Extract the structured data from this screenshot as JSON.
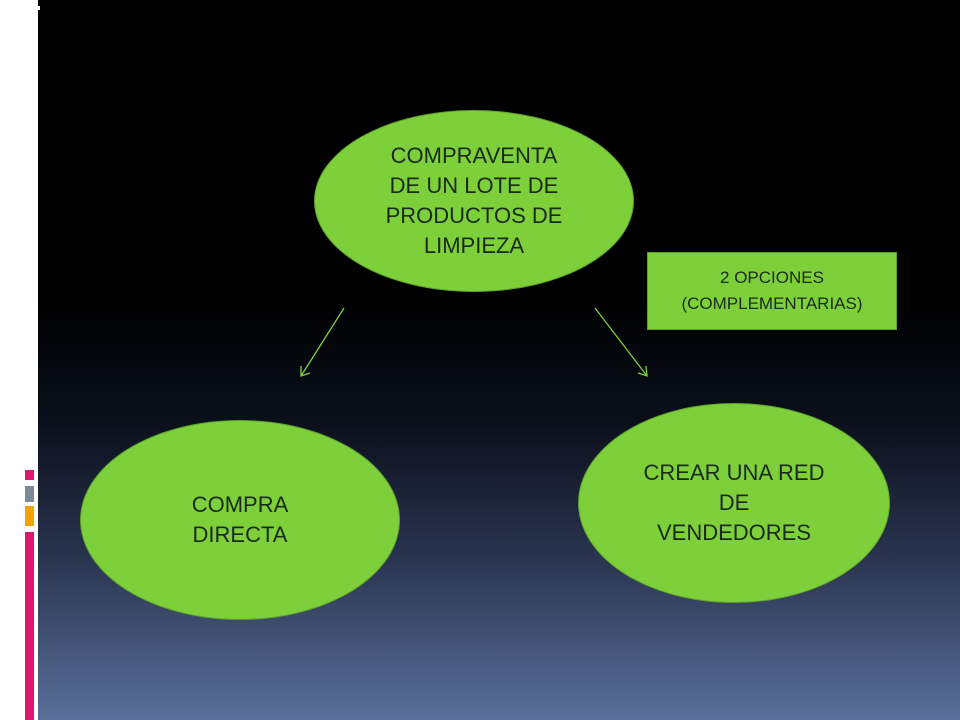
{
  "nodes": {
    "top": {
      "lines": [
        "COMPRAVENTA",
        "DE  UN LOTE DE",
        "PRODUCTOS DE",
        "LIMPIEZA"
      ]
    },
    "left": {
      "lines": [
        "COMPRA",
        "DIRECTA"
      ]
    },
    "right": {
      "lines": [
        "CREAR UNA RED",
        "DE",
        "VENDEDORES"
      ]
    },
    "note": {
      "lines": [
        "2 OPCIONES",
        "(COMPLEMENTARIAS)"
      ]
    }
  },
  "colors": {
    "node_fill": "#7ed03a",
    "arrow": "#7ed03a",
    "accent_pink": "#e0156f",
    "accent_gray": "#7a8a96",
    "accent_orange": "#f0a500"
  }
}
